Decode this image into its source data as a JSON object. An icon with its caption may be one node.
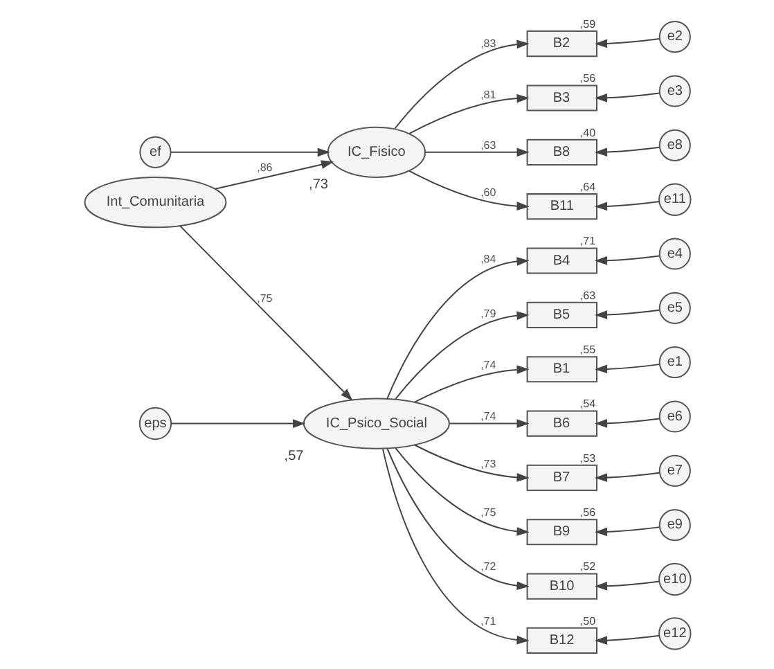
{
  "diagram": {
    "nodes": [
      {
        "text": [
          "Int_Comunitaria"
        ]
      },
      {
        "text": [
          "ef"
        ]
      },
      {
        "text": [
          "IC_Fisico"
        ],
        "beside": [
          ",73"
        ]
      },
      {
        "text": [
          "B2"
        ],
        "beside": [
          ",59"
        ]
      },
      {
        "text": [
          "B3"
        ],
        "beside": [
          ",56"
        ]
      },
      {
        "text": [
          "B8"
        ],
        "beside": [
          ",40"
        ]
      },
      {
        "text": [
          "B11"
        ],
        "beside": [
          ",64"
        ]
      },
      {
        "text": [
          "e2"
        ]
      },
      {
        "text": [
          "e3"
        ]
      },
      {
        "text": [
          "e8"
        ]
      },
      {
        "text": [
          "e11"
        ]
      },
      {
        "text": [
          "eps"
        ]
      },
      {
        "text": [
          "IC_Psico_Social"
        ],
        "beside": [
          ",57"
        ]
      },
      {
        "text": [
          "B4"
        ],
        "beside": [
          ",71"
        ]
      },
      {
        "text": [
          "B5"
        ],
        "beside": [
          ",63"
        ]
      },
      {
        "text": [
          "B1"
        ],
        "beside": [
          ",55"
        ]
      },
      {
        "text": [
          "B6"
        ],
        "beside": [
          ",54"
        ]
      },
      {
        "text": [
          "B7"
        ],
        "beside": [
          ",53"
        ]
      },
      {
        "text": [
          "B9"
        ],
        "beside": [
          ",56"
        ]
      },
      {
        "text": [
          "B10"
        ],
        "beside": [
          ",52"
        ]
      },
      {
        "text": [
          "B12"
        ],
        "beside": [
          ",50"
        ]
      },
      {
        "text": [
          "e4"
        ]
      },
      {
        "text": [
          "e5"
        ]
      },
      {
        "text": [
          "e1"
        ]
      },
      {
        "text": [
          "e6"
        ]
      },
      {
        "text": [
          "e7"
        ]
      },
      {
        "text": [
          "e9"
        ]
      },
      {
        "text": [
          "e10"
        ]
      },
      {
        "text": [
          "e12"
        ]
      }
    ],
    "edges": [
      {
        "from": 0,
        "to": 2,
        "arrow": "to",
        "label": ",86"
      },
      {
        "from": 0,
        "to": 12,
        "arrow": "to",
        "label": ",75"
      },
      {
        "from": 1,
        "to": 2,
        "arrow": "to"
      },
      {
        "from": 2,
        "to": 3,
        "arrow": "to",
        "label": ",83"
      },
      {
        "from": 2,
        "to": 4,
        "arrow": "to",
        "label": ",81"
      },
      {
        "from": 2,
        "to": 5,
        "arrow": "to",
        "label": ",63"
      },
      {
        "from": 2,
        "to": 6,
        "arrow": "to",
        "label": ",60"
      },
      {
        "from": 7,
        "to": 3,
        "arrow": "to"
      },
      {
        "from": 8,
        "to": 4,
        "arrow": "to"
      },
      {
        "from": 9,
        "to": 5,
        "arrow": "to"
      },
      {
        "from": 10,
        "to": 6,
        "arrow": "to"
      },
      {
        "from": 11,
        "to": 12,
        "arrow": "to"
      },
      {
        "from": 12,
        "to": 13,
        "arrow": "to",
        "label": ",84"
      },
      {
        "from": 12,
        "to": 14,
        "arrow": "to",
        "label": ",79"
      },
      {
        "from": 12,
        "to": 15,
        "arrow": "to",
        "label": ",74"
      },
      {
        "from": 12,
        "to": 16,
        "arrow": "to",
        "label": ",74"
      },
      {
        "from": 12,
        "to": 17,
        "arrow": "to",
        "label": ",73"
      },
      {
        "from": 12,
        "to": 18,
        "arrow": "to",
        "label": ",75"
      },
      {
        "from": 12,
        "to": 19,
        "arrow": "to",
        "label": ",72"
      },
      {
        "from": 12,
        "to": 20,
        "arrow": "to",
        "label": ",71"
      },
      {
        "from": 21,
        "to": 13,
        "arrow": "to"
      },
      {
        "from": 22,
        "to": 14,
        "arrow": "to"
      },
      {
        "from": 23,
        "to": 15,
        "arrow": "to"
      },
      {
        "from": 24,
        "to": 16,
        "arrow": "to"
      },
      {
        "from": 25,
        "to": 17,
        "arrow": "to"
      },
      {
        "from": 26,
        "to": 18,
        "arrow": "to"
      },
      {
        "from": 27,
        "to": 19,
        "arrow": "to"
      },
      {
        "from": 28,
        "to": 20,
        "arrow": "to"
      }
    ]
  }
}
